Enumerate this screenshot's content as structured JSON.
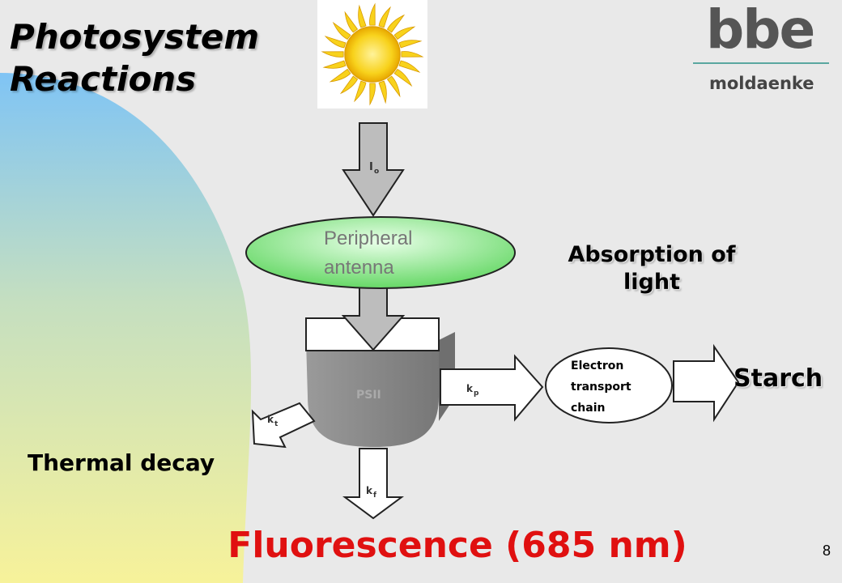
{
  "title": {
    "line1": "Photosystem",
    "line2": "Reactions"
  },
  "logo": {
    "main": "bbe",
    "sub": "moldaenke"
  },
  "diagram": {
    "incoming_light_label": "I",
    "incoming_light_sub": "o",
    "antenna_line1": "Peripheral",
    "antenna_line2": "antenna",
    "psii_label": "PSII",
    "kp_main": "k",
    "kp_sub": "p",
    "kt_main": "k",
    "kt_sub": "t",
    "kf_main": "k",
    "kf_sub": "f",
    "etc_line1": "Electron",
    "etc_line2": "transport",
    "etc_line3": "chain"
  },
  "captions": {
    "absorption": "Absorption of light",
    "starch": "Starch",
    "thermal": "Thermal decay",
    "fluorescence": "Fluorescence (685 nm)"
  },
  "page_number": "8",
  "colors": {
    "fluorescence": "#e01010",
    "antenna_fill": "#8ee88e",
    "psii_fill": "#8a8a8a",
    "logo_line": "#5aa7a0",
    "sun": "#f8d21c"
  },
  "icons": [
    "sun-icon"
  ]
}
